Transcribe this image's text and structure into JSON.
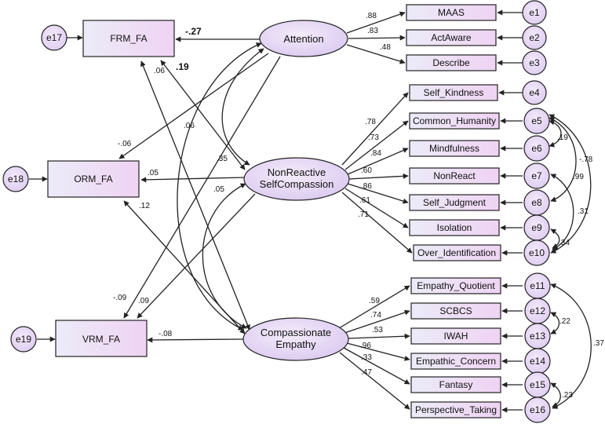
{
  "observed": {
    "frm": "FRM_FA",
    "orm": "ORM_FA",
    "vrm": "VRM_FA",
    "maas": "MAAS",
    "actaware": "ActAware",
    "describe": "Describe",
    "self_kindness": "Self_Kindness",
    "common_humanity": "Common_Humanity",
    "mindfulness": "Mindfulness",
    "nonreact": "NonReact",
    "self_judgment": "Self_Judgment",
    "isolation": "Isolation",
    "over_identification": "Over_Identification",
    "empathy_quotient": "Empathy_Quotient",
    "scbcs": "SCBCS",
    "iwah": "IWAH",
    "empathic_concern": "Empathic_Concern",
    "fantasy": "Fantasy",
    "perspective_taking": "Perspective_Taking"
  },
  "latent": {
    "attention": "Attention",
    "nrsc_line1": "NonReactive",
    "nrsc_line2": "SelfCompassion",
    "ce_line1": "Compassionate",
    "ce_line2": "Empathy"
  },
  "errors": {
    "e1": "e1",
    "e2": "e2",
    "e3": "e3",
    "e4": "e4",
    "e5": "e5",
    "e6": "e6",
    "e7": "e7",
    "e8": "e8",
    "e9": "e9",
    "e10": "e10",
    "e11": "e11",
    "e12": "e12",
    "e13": "e13",
    "e14": "e14",
    "e15": "e15",
    "e16": "e16",
    "e17": "e17",
    "e18": "e18",
    "e19": "e19"
  },
  "coefficients": {
    "att_frm": "-.27",
    "nrsc_frm": ".19",
    "ce_frm": ".06",
    "att_orm": "-.06",
    "nrsc_orm": ".05",
    "ce_orm": ".12",
    "att_vrm": "-.09",
    "nrsc_vrm": ".09",
    "ce_vrm": "-.08",
    "att_ce": ".06",
    "att_nrsc": ".35",
    "nrsc_ce": ".05",
    "maas": ".88",
    "actaware": ".83",
    "describe": ".48",
    "self_kindness": ".78",
    "common_humanity": ".73",
    "mindfulness": ".84",
    "nonreact": ".60",
    "self_judgment": ".86",
    "isolation": ".61",
    "over_identification": ".71",
    "empathy_quotient": ".59",
    "scbcs": ".74",
    "iwah": ".53",
    "empathic_concern": ".96",
    "fantasy": ".33",
    "perspective_taking": ".47",
    "e5_e6": ".19",
    "e5_e8": ".99",
    "e5_e10": "-.78",
    "e7_e10": ".31",
    "e9_e10": ".34",
    "e12_e13": ".22",
    "e11_e16": ".37",
    "e15_e16": ".23"
  }
}
